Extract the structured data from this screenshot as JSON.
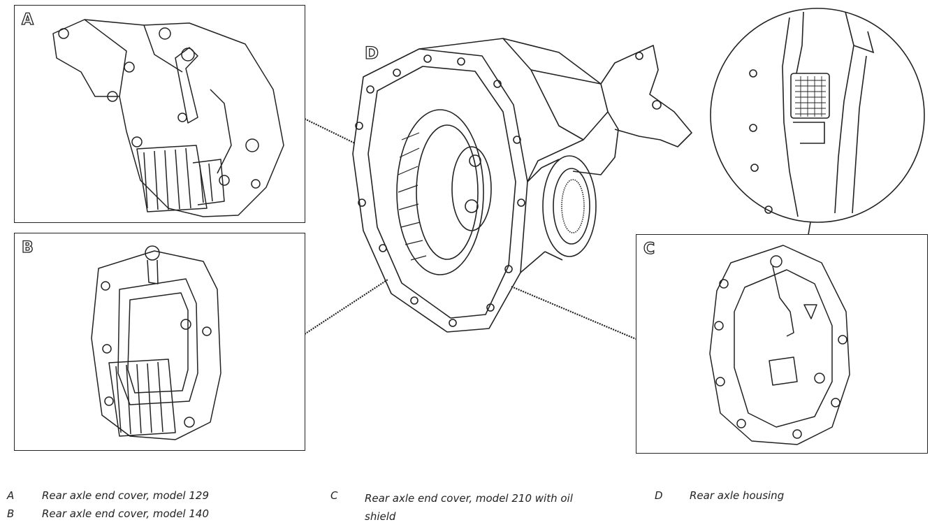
{
  "panels": {
    "a": {
      "letter": "A"
    },
    "b": {
      "letter": "B"
    },
    "c": {
      "letter": "C"
    },
    "d": {
      "letter": "D"
    }
  },
  "legend": [
    {
      "key": "A",
      "text": "Rear axle end cover, model 129"
    },
    {
      "key": "B",
      "text": "Rear axle end cover, model 140"
    },
    {
      "key": "C",
      "text": "Rear axle end cover, model 210 with oil shield"
    },
    {
      "key": "D",
      "text": "Rear axle housing"
    }
  ],
  "colors": {
    "line": "#222222",
    "background": "#ffffff"
  }
}
